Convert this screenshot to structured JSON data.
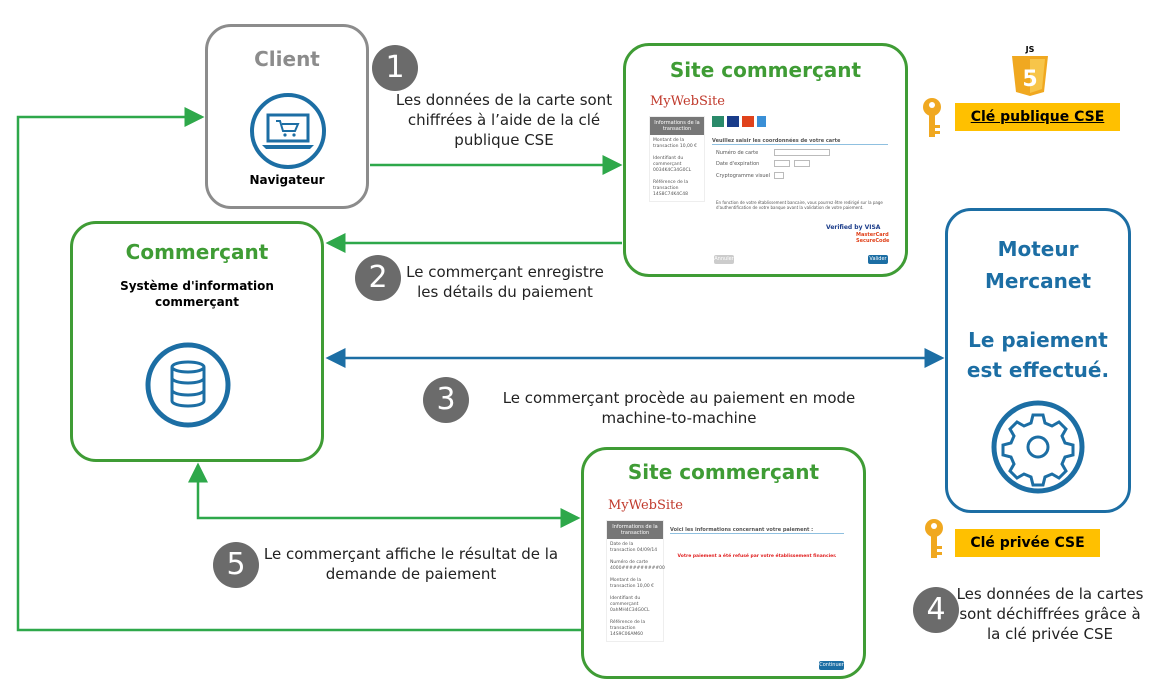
{
  "colors": {
    "green": "#3f9c35",
    "blue": "#1c6ea4",
    "gray": "#8c8c8c",
    "key": "#ffc000",
    "step": "#6b6b6b"
  },
  "client": {
    "title": "Client",
    "subtitle": "Navigateur",
    "icon": "laptop-cart-icon"
  },
  "site1": {
    "title": "Site commerçant",
    "logo": "MyWebSite",
    "side_head": "Informations de la transaction",
    "side_items": [
      "Montant de la transaction 10,00 €",
      "Identifiant du commerçant 0034K4C34G0CL",
      "Référence de la transaction 14S8C74K4C48"
    ],
    "form_title": "Veuillez saisir les coordonnées de votre carte",
    "fields": [
      "Numéro de carte",
      "Date d'expiration",
      "Cryptogramme visuel"
    ],
    "notice": "En fonction de votre établissement bancaire, vous pourrez être redirigé sur la page d'authentification de votre banque avant la validation de votre paiement.",
    "cancel": "Annuler",
    "validate": "Valider",
    "verified": "Verified by VISA",
    "securecode": "MasterCard SecureCode"
  },
  "merchant": {
    "title": "Commerçant",
    "subtitle": "Système d'information commerçant",
    "icon": "database-icon"
  },
  "mercanet": {
    "title": "Moteur Mercanet",
    "status": "Le paiement est effectué.",
    "icon": "gear-icon"
  },
  "site2": {
    "title": "Site commerçant",
    "logo": "MyWebSite",
    "side_head": "Informations de la transaction",
    "side_items": [
      "Date de la transaction 04/09/14",
      "Numéro de carte 4000##########00",
      "Montant de la transaction 10,00 €",
      "Identifiant du commerçant 0ahMH4C34G0CL",
      "Référence de la transaction 14S9C06AM60"
    ],
    "result_title": "Voici les informations concernant votre paiement :",
    "result_msg": "Votre paiement a été refusé par votre établissement financier.",
    "continue": "Continuer"
  },
  "keys": {
    "public": "Clé publique  CSE",
    "private": "Clé privée CSE",
    "js_icon": "js-icon"
  },
  "steps": [
    {
      "num": "1",
      "text": "Les données de la carte sont chiffrées à l’aide de la clé publique CSE"
    },
    {
      "num": "2",
      "text": "Le commerçant enregistre les détails du paiement"
    },
    {
      "num": "3",
      "text": "Le commerçant procède au paiement en mode machine-to-machine"
    },
    {
      "num": "4",
      "text": "Les données de la cartes sont déchiffrées grâce à la clé privée CSE"
    },
    {
      "num": "5",
      "text": "Le commerçant affiche le résultat de la demande de paiement"
    }
  ]
}
